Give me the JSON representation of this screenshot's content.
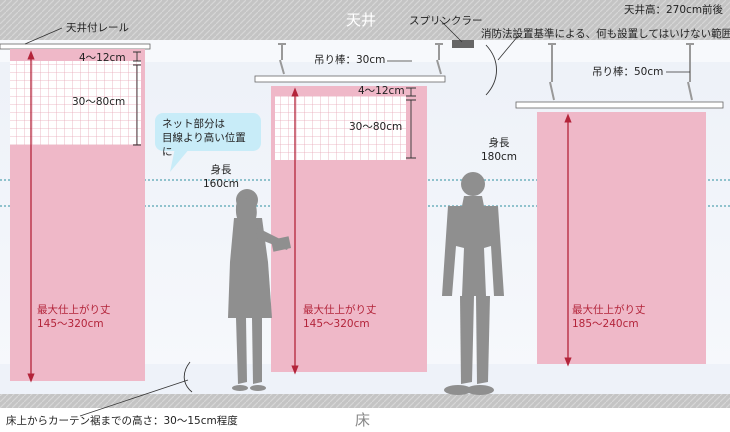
{
  "header": {
    "ceiling_label": "天井",
    "ceiling_height": "天井高：270cm前後",
    "sprinkler_label": "スプリンクラー",
    "fire_code_note": "消防法設置基準による、何も設置してはいけない範囲"
  },
  "left_curtain": {
    "rail_label": "天井付レール",
    "top_gap": "4〜12cm",
    "net_height": "30〜80cm",
    "max_length_title": "最大仕上がり丈",
    "max_length_value": "145〜320cm"
  },
  "middle_curtain": {
    "rod_label": "吊り棒：30cm",
    "top_gap": "4〜12cm",
    "net_height": "30〜80cm",
    "max_length_title": "最大仕上がり丈",
    "max_length_value": "145〜320cm"
  },
  "right_curtain": {
    "rod_label": "吊り棒：50cm",
    "max_length_title": "最大仕上がり丈",
    "max_length_value": "185〜240cm"
  },
  "callout": {
    "line1": "ネット部分は",
    "line2": "目線より高い位置に"
  },
  "people": {
    "woman_label": "身長",
    "woman_height": "160cm",
    "man_label": "身長",
    "man_height": "180cm"
  },
  "footer": {
    "floor_gap_note": "床上からカーテン裾までの高さ：30〜15cm程度",
    "floor_label": "床"
  },
  "colors": {
    "curtain_pink": "#efb8c8",
    "ceiling_gray": "#b9b9b9",
    "arrow_red": "#b3243a",
    "silhouette_gray": "#8f8f8f",
    "callout_blue": "#c8ecf8",
    "eye_line_teal": "#2e8fa0"
  }
}
